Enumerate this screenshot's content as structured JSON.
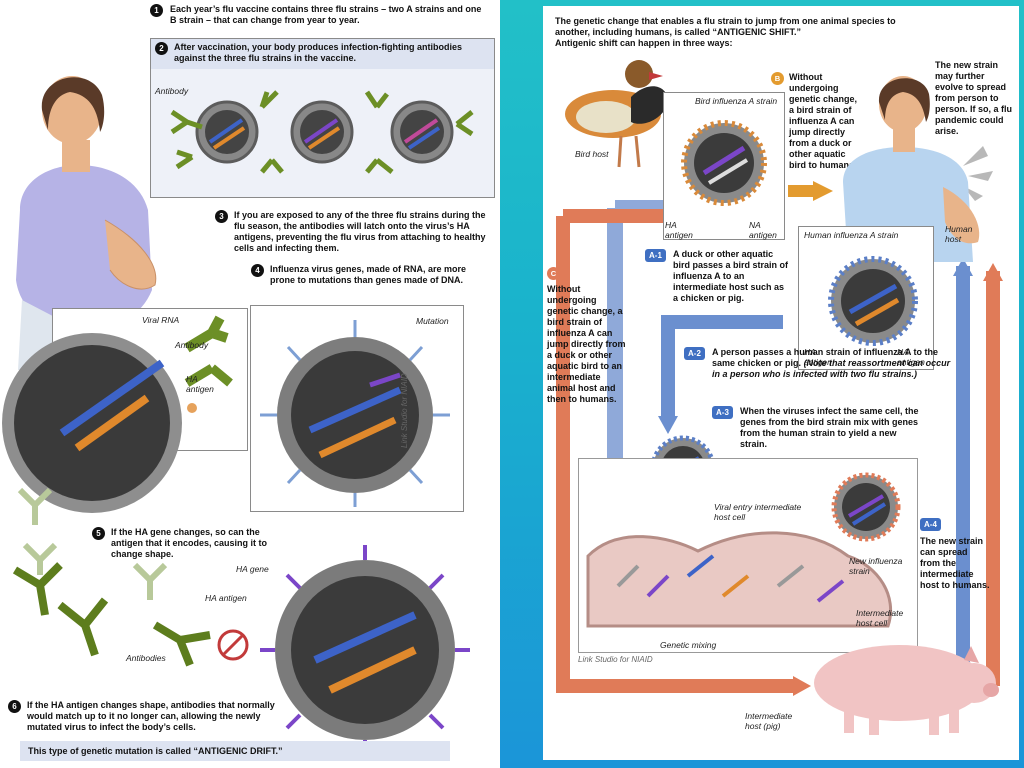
{
  "left": {
    "step1": {
      "num": "1",
      "text": "Each year’s flu vaccine contains three flu strains – two A strains and one B strain – that can change from year to year."
    },
    "step2": {
      "num": "2",
      "text": "After vaccination, your body produces infection-fighting antibodies against the three flu strains in the vaccine."
    },
    "step3": {
      "num": "3",
      "text": "If you are exposed to any of the three flu strains during the flu season, the antibodies will latch onto the virus’s HA antigens, preventing the flu virus from attaching to healthy cells and infecting them."
    },
    "step4": {
      "num": "4",
      "text": "Influenza virus genes, made of RNA, are more prone to mutations than genes made of DNA."
    },
    "step5": {
      "num": "5",
      "text": "If the HA gene changes, so can the antigen that it encodes, causing it to change shape."
    },
    "step6": {
      "num": "6",
      "text": "If the HA antigen changes shape, antibodies that normally would match up to it no longer can, allowing the newly mutated virus to infect the body’s cells."
    },
    "footer_prefix": "This type of genetic mutation is called ",
    "footer_term": "“ANTIGENIC DRIFT.”",
    "labels": {
      "antibody_top": "Antibody",
      "viral_rna": "Viral RNA",
      "antibody_mid": "Antibody",
      "ha_antigen_mid": "HA antigen",
      "mutation": "Mutation",
      "ha_gene": "HA gene",
      "ha_antigen_bottom": "HA antigen",
      "antibodies": "Antibodies"
    },
    "credit": "Link Studio for NIAID"
  },
  "right": {
    "intro_1": "The genetic change that enables a flu strain to jump from one animal species to another, including humans, is called ",
    "intro_term": "“ANTIGENIC SHIFT.”",
    "intro_2": "Antigenic shift can happen in three ways:",
    "b_label": "B",
    "b_text": "Without undergoing genetic change, a bird strain of influenza A can jump directly from a duck or other aquatic bird to humans.",
    "pandemic_text": "The new strain may further evolve to spread from person to person. If so, a flu pandemic could arise.",
    "c_label": "C",
    "c_text": "Without undergoing genetic change, a bird strain of influenza A can jump directly from a duck or other aquatic bird to an intermediate animal host and then to humans.",
    "a1_label": "A-1",
    "a1_text": "A duck or other aquatic bird passes a bird strain of influenza A to an intermediate host such as a chicken or pig.",
    "a2_label": "A-2",
    "a2_text": "A person passes a human strain of influenza A to the same chicken or pig.",
    "a2_note": "(Note that reassortment can occur in a person who is infected with two flu strains.)",
    "a3_label": "A-3",
    "a3_text": "When the viruses infect the same cell, the genes from the bird strain mix with genes from the human strain to yield a new strain.",
    "a4_label": "A-4",
    "a4_text": "The new strain can spread from the intermediate host to humans.",
    "labels": {
      "bird_host": "Bird host",
      "bird_strain": "Bird influenza A strain",
      "ha_antigen_1": "HA antigen",
      "na_antigen_1": "NA antigen",
      "human_strain": "Human influenza A strain",
      "human_host": "Human host",
      "ha_antigen_2": "HA antigen",
      "na_antigen_2": "NA antigen",
      "viral_entry": "Viral entry intermediate host cell",
      "new_strain": "New influenza strain",
      "intermediate_cell": "Intermediate host cell",
      "genetic_mixing": "Genetic mixing",
      "pig": "Intermediate host (pig)"
    },
    "credit": "Link Studio for NIAID"
  },
  "colors": {
    "background_top": "#22c0c8",
    "background_bottom": "#1b95d8",
    "arrow_blue": "#6b8fcf",
    "arrow_orange": "#e07b58",
    "arrow_gold": "#e39b2f",
    "tag_blue": "#3f6fc2",
    "antibody_green": "#6c8f26",
    "rna_blue": "#3d63c8",
    "rna_orange": "#e0892c",
    "ha_purple": "#7b46c8"
  }
}
